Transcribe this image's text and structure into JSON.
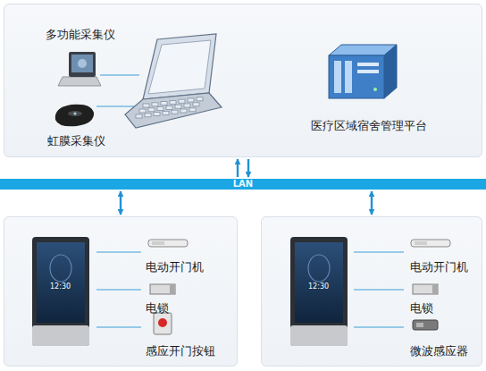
{
  "diagram": {
    "nodes": [
      {
        "text": []
      },
      {
        "text": [
          "多功能采集仪"
        ],
        "in": 0
      },
      {
        "text": [
          "虹膜采集仪"
        ],
        "in": 0
      },
      {
        "text": [
          "医疗区域宿舍管理平台"
        ],
        "in": 0
      },
      {
        "text": [
          "LAN"
        ]
      },
      {
        "text": []
      },
      {
        "text": [
          "电动开门机"
        ],
        "in": 5
      },
      {
        "text": [
          "电锁"
        ],
        "in": 5
      },
      {
        "text": [
          "感应开门按钮"
        ],
        "in": 5
      },
      {
        "text": []
      },
      {
        "text": [
          "电动开门机"
        ],
        "in": 9
      },
      {
        "text": [
          "电锁"
        ],
        "in": 9
      },
      {
        "text": [
          "微波感应器"
        ],
        "in": 9
      }
    ],
    "edges": [
      {
        "from": 0,
        "to": 4,
        "arrow": "both"
      },
      {
        "from": 4,
        "to": 5,
        "arrow": "both"
      },
      {
        "from": 4,
        "to": 9,
        "arrow": "both"
      }
    ],
    "labels": [
      "12:30",
      "12:30"
    ]
  }
}
